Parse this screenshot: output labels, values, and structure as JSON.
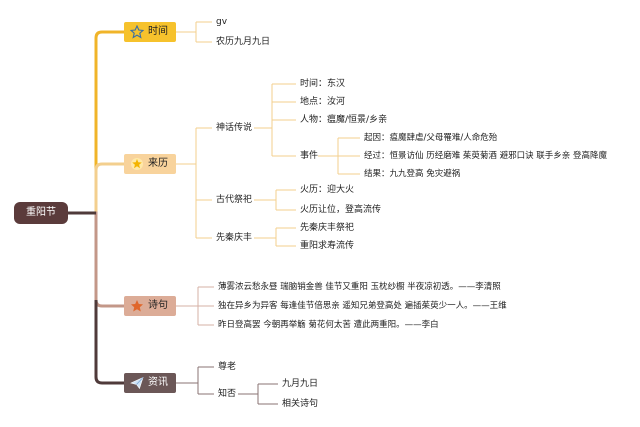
{
  "root": "重阳节",
  "categories": {
    "time": {
      "label": "时间",
      "icon": "star-outline-icon",
      "color": "#f6c22c",
      "line": "#f0b429"
    },
    "origin": {
      "label": "来历",
      "icon": "glowing-star-icon",
      "color": "#f8d39c",
      "line": "#f3cf8e"
    },
    "poem": {
      "label": "诗句",
      "icon": "star-icon",
      "color": "#dcac97",
      "line": "#c39788"
    },
    "info": {
      "label": "资讯",
      "icon": "paper-plane-icon",
      "color": "#6b5757",
      "line": "#4f3a3a"
    }
  },
  "time_items": [
    "gv",
    "农历九月九日"
  ],
  "origin": {
    "myth": {
      "label": "神话传说",
      "items": [
        "时间：东汉",
        "地点：汝河",
        "人物：瘟魔/恒景/乡亲",
        "事件"
      ],
      "event_items": [
        "起因：瘟魔肆虐/父母罹难/人命危殆",
        "经过：恒景访仙 历经磨难 茱萸菊酒 避邪口诀 联手乡亲 登高降魔",
        "结果：九九登高 免灾避祸"
      ]
    },
    "sacrifice": {
      "label": "古代祭祀",
      "items": [
        "火历：迎大火",
        "火历让位，登高流传"
      ]
    },
    "harvest": {
      "label": "先秦庆丰",
      "items": [
        "先秦庆丰祭祀",
        "重阳求寿流传"
      ]
    }
  },
  "poems": [
    "薄雾浓云愁永昼 瑞脑销金兽 佳节又重阳 玉枕纱橱 半夜凉初透。——李清照",
    "独在异乡为异客 每逢佳节倍思亲 遥知兄弟登高处 遍插茱萸少一人。——王维",
    "昨日登高罢 今朝再举觞 菊花何太苦 遭此两重阳。——李白"
  ],
  "info": {
    "respect": "尊老",
    "know": {
      "label": "知否",
      "items": [
        "九月九日",
        "相关诗句"
      ]
    }
  }
}
